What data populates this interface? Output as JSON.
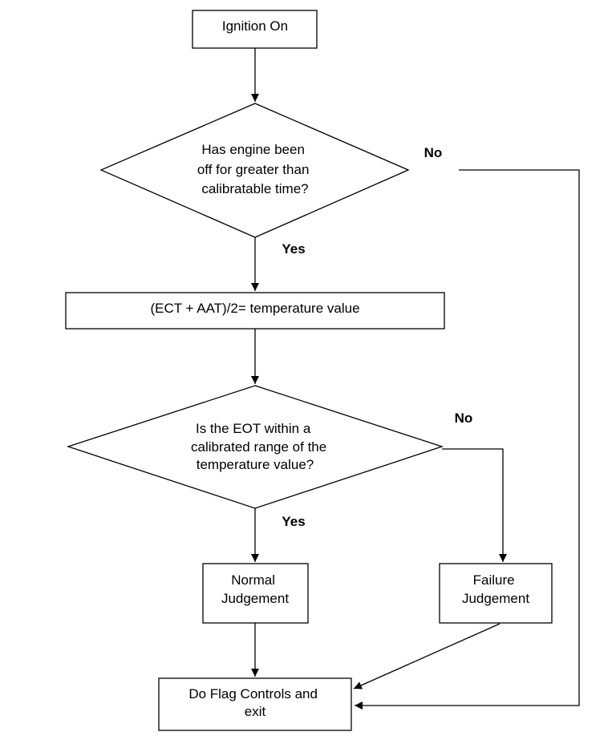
{
  "nodes": {
    "ignition_on": {
      "lines": [
        "Ignition On"
      ]
    },
    "engine_off_check": {
      "lines": [
        "Has engine been",
        "off for greater than",
        "calibratable time?"
      ]
    },
    "temperature_calc": {
      "lines": [
        "(ECT + AAT)/2= temperature value"
      ]
    },
    "eot_check": {
      "lines": [
        "Is the EOT within a",
        "calibrated range of the",
        "temperature value?"
      ]
    },
    "normal_judgement": {
      "lines": [
        "Normal",
        "Judgement"
      ]
    },
    "failure_judgement": {
      "lines": [
        "Failure",
        "Judgement"
      ]
    },
    "flag_controls": {
      "lines": [
        "Do Flag Controls and",
        "exit"
      ]
    }
  },
  "edge_labels": {
    "engine_off_no": "No",
    "engine_off_yes": "Yes",
    "eot_no": "No",
    "eot_yes": "Yes"
  }
}
